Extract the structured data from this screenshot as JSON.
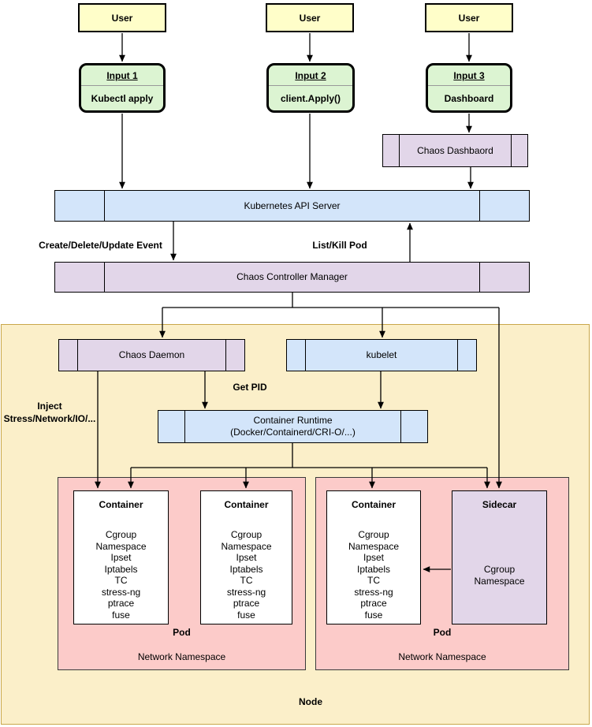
{
  "colors": {
    "user_fill": "#FFFEC9",
    "input_fill": "#DCF4D2",
    "blue_fill": "#D3E5FA",
    "purple_fill": "#E2D6E9",
    "pink_fill": "#FCCBC9",
    "white_fill": "#FFFFFF",
    "node_fill": "#FBEFC9",
    "node_border": "#C9A74A",
    "stroke": "#000000"
  },
  "flow": {
    "users": [
      {
        "label": "User"
      },
      {
        "label": "User"
      },
      {
        "label": "User"
      }
    ],
    "inputs": [
      {
        "title": "Input 1",
        "action": "Kubectl apply"
      },
      {
        "title": "Input 2",
        "action": "client.Apply()"
      },
      {
        "title": "Input 3",
        "action": "Dashboard"
      }
    ],
    "chaos_dashboard": {
      "label": "Chaos Dashbaord"
    },
    "api_server": {
      "label": "Kubernetes API Server"
    },
    "controller_manager": {
      "label": "Chaos Controller Manager"
    },
    "labels": {
      "create_event": "Create/Delete/Update Event",
      "list_kill_pod": "List/Kill Pod",
      "get_pid": "Get PID",
      "inject": [
        "Inject",
        "Stress/Network/IO/..."
      ]
    }
  },
  "node": {
    "label": "Node",
    "chaos_daemon": {
      "label": "Chaos Daemon"
    },
    "kubelet": {
      "label": "kubelet"
    },
    "container_runtime": {
      "label": [
        "Container Runtime",
        "(Docker/Containerd/CRI-O/...)"
      ]
    },
    "pods": [
      {
        "label": "Pod",
        "namespace_label": "Network Namespace",
        "containers": [
          {
            "title": "Container",
            "capabilities": [
              "Cgroup",
              "Namespace",
              "Ipset",
              "Iptabels",
              "TC",
              "stress-ng",
              "ptrace",
              "fuse"
            ]
          },
          {
            "title": "Container",
            "capabilities": [
              "Cgroup",
              "Namespace",
              "Ipset",
              "Iptabels",
              "TC",
              "stress-ng",
              "ptrace",
              "fuse"
            ]
          }
        ]
      },
      {
        "label": "Pod",
        "namespace_label": "Network Namespace",
        "containers": [
          {
            "title": "Container",
            "capabilities": [
              "Cgroup",
              "Namespace",
              "Ipset",
              "Iptabels",
              "TC",
              "stress-ng",
              "ptrace",
              "fuse"
            ]
          }
        ],
        "sidecar": {
          "title": "Sidecar",
          "capabilities": [
            "Cgroup",
            "Namespace"
          ]
        }
      }
    ]
  }
}
